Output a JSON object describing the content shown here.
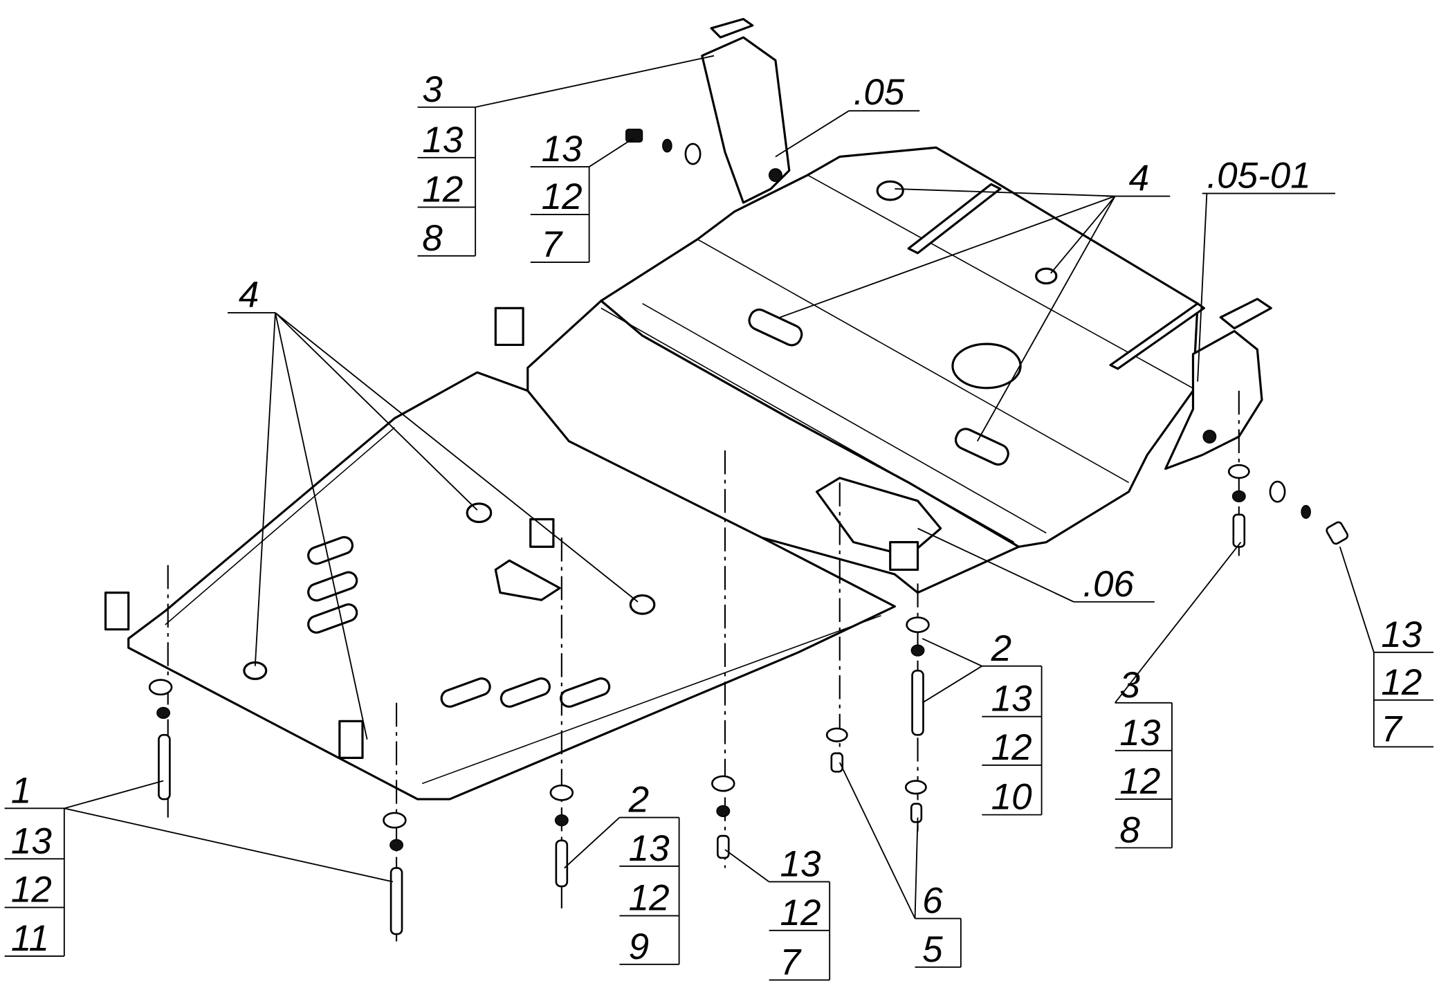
{
  "callouts": {
    "top_left": [
      "3",
      "13",
      "12",
      "8"
    ],
    "top_mid": [
      "13",
      "12",
      "7"
    ],
    "p05": ".05",
    "top_right_4": "4",
    "p0501": ".05-01",
    "left_4": "4",
    "p06": ".06",
    "mid_right_2": [
      "2",
      "13",
      "12",
      "10"
    ],
    "right_3": [
      "3",
      "13",
      "12",
      "8"
    ],
    "far_right": [
      "13",
      "12",
      "7"
    ],
    "bottom_left_1": [
      "1",
      "13",
      "12",
      "11"
    ],
    "bottom_2": [
      "2",
      "13",
      "12",
      "9"
    ],
    "bottom_center": [
      "13",
      "12",
      "7"
    ],
    "bottom_6_5": [
      "6",
      "5"
    ]
  }
}
